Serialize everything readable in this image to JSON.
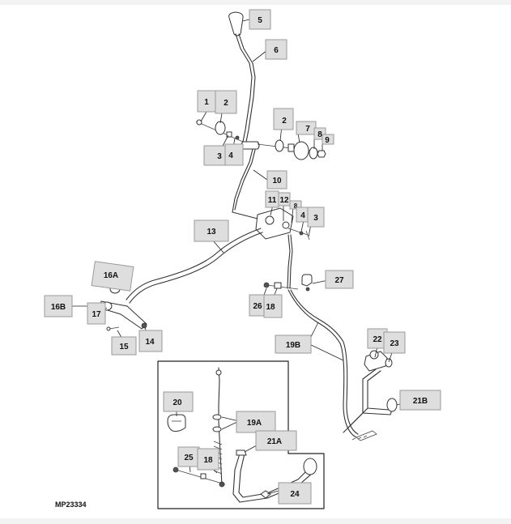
{
  "figure_id": "MP23334",
  "callouts": {
    "c5": "5",
    "c6": "6",
    "c1": "1",
    "c2a": "2",
    "c3a": "3",
    "c4a": "4",
    "c2b": "2",
    "c7": "7",
    "c8a": "8",
    "c9": "9",
    "c10": "10",
    "c11": "11",
    "c12": "12",
    "c8b": "8",
    "c4b": "4",
    "c3b": "3",
    "c13": "13",
    "c16a": "16A",
    "c16b": "16B",
    "c17": "17",
    "c15": "15",
    "c14": "14",
    "c27": "27",
    "c26": "26",
    "c18a": "18",
    "c19b": "19B",
    "c22": "22",
    "c23": "23",
    "c21b": "21B",
    "c20": "20",
    "c19a": "19A",
    "c21a": "21A",
    "c25": "25",
    "c18b": "18",
    "c24": "24"
  }
}
